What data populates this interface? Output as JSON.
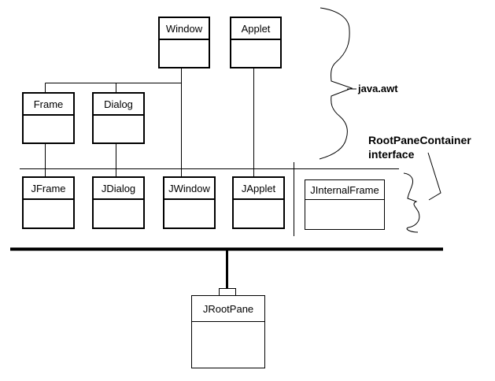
{
  "diagram": {
    "colors": {
      "background": "#ffffff",
      "line": "#000000",
      "text": "#000000"
    },
    "classes": [
      {
        "name": "Window"
      },
      {
        "name": "Applet"
      },
      {
        "name": "Frame"
      },
      {
        "name": "Dialog"
      },
      {
        "name": "JFrame"
      },
      {
        "name": "JDialog"
      },
      {
        "name": "JWindow"
      },
      {
        "name": "JApplet"
      },
      {
        "name": "JInternalFrame"
      },
      {
        "name": "JRootPane"
      }
    ],
    "annotations": {
      "awt_group_label": "java.awt",
      "rootpane_label_line1": "RootPaneContainer",
      "rootpane_label_line2": "interface"
    }
  }
}
